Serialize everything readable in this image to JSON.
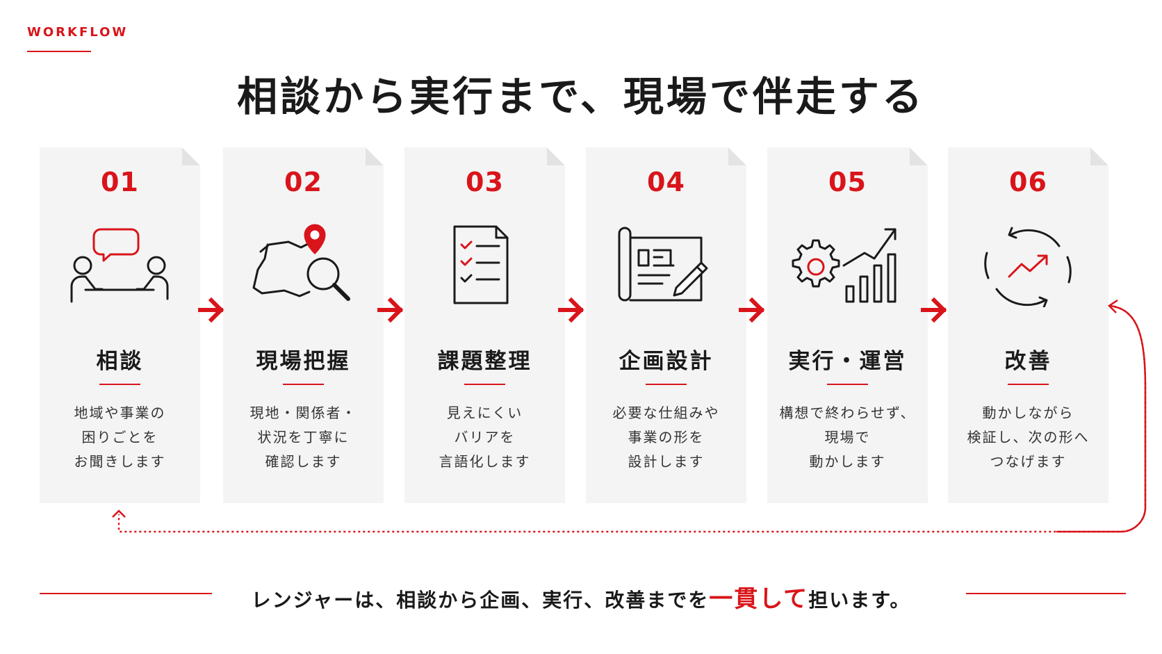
{
  "eyebrow": "WORKFLOW",
  "title": "相談から実行まで、現場で伴走する",
  "steps": [
    {
      "num": "01",
      "title": "相談",
      "desc": [
        "地域や事業の",
        "困りごとを",
        "お聞きします"
      ],
      "icon": "consultation-icon"
    },
    {
      "num": "02",
      "title": "現場把握",
      "desc": [
        "現地・関係者・",
        "状況を丁寧に",
        "確認します"
      ],
      "icon": "map-search-icon"
    },
    {
      "num": "03",
      "title": "課題整理",
      "desc": [
        "見えにくい",
        "バリアを",
        "言語化します"
      ],
      "icon": "checklist-icon"
    },
    {
      "num": "04",
      "title": "企画設計",
      "desc": [
        "必要な仕組みや",
        "事業の形を",
        "設計します"
      ],
      "icon": "blueprint-icon"
    },
    {
      "num": "05",
      "title": "実行・運営",
      "desc": [
        "構想で終わらせず、",
        "現場で",
        "動かします"
      ],
      "icon": "gear-growth-icon"
    },
    {
      "num": "06",
      "title": "改善",
      "desc": [
        "動かしながら",
        "検証し、次の形へ",
        "つなげます"
      ],
      "icon": "cycle-improve-icon"
    }
  ],
  "tagline": {
    "before": "レンジャーは、相談から企画、実行、改善までを",
    "emphasis": "一貫して",
    "after": "担います。"
  },
  "colors": {
    "accent": "#d9141a",
    "card": "#f4f4f4",
    "text": "#1a1a1a"
  }
}
